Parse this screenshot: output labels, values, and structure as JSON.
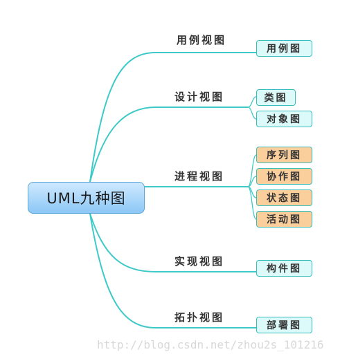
{
  "root": {
    "label": "UML九种图"
  },
  "branches": [
    {
      "label": "用例视图",
      "leaves": [
        {
          "label": "用例图",
          "style": "teal"
        }
      ]
    },
    {
      "label": "设计视图",
      "leaves": [
        {
          "label": "类图",
          "style": "teal"
        },
        {
          "label": "对象图",
          "style": "teal"
        }
      ]
    },
    {
      "label": "进程视图",
      "leaves": [
        {
          "label": "序列图",
          "style": "orange"
        },
        {
          "label": "协作图",
          "style": "orange"
        },
        {
          "label": "状态图",
          "style": "orange"
        },
        {
          "label": "活动图",
          "style": "orange"
        }
      ]
    },
    {
      "label": "实现视图",
      "leaves": [
        {
          "label": "构件图",
          "style": "teal"
        }
      ]
    },
    {
      "label": "拓扑视图",
      "leaves": [
        {
          "label": "部署图",
          "style": "teal"
        }
      ]
    }
  ],
  "watermark": "http://blog.csdn.net/zhou2s_101216",
  "colors": {
    "connector": "#3ec9c9",
    "leaf_teal": "#ddfafa",
    "leaf_orange": "#fbcf9c",
    "root_top": "#cfe9ff",
    "root_bottom": "#8cc7f6"
  }
}
